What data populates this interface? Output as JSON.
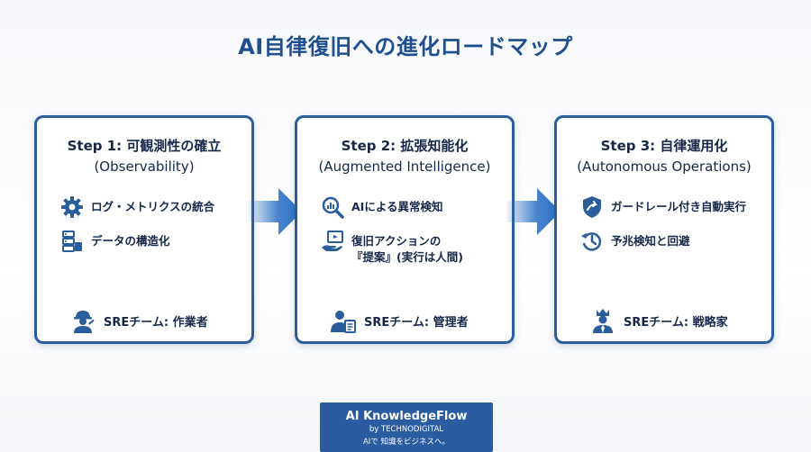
{
  "title": "AI自律復旧への進化ロードマップ",
  "steps": [
    {
      "heading": "Step 1: 可観測性の確立",
      "subheading": "(Observability)",
      "items": [
        {
          "icon": "gear-icon",
          "text": "ログ・メトリクスの統合"
        },
        {
          "icon": "database-icon",
          "text": "データの構造化"
        }
      ],
      "role": {
        "icon": "worker-icon",
        "text": "SREチーム: 作業者"
      }
    },
    {
      "heading": "Step 2: 拡張知能化",
      "subheading": "(Augmented Intelligence)",
      "items": [
        {
          "icon": "magnifier-icon",
          "text": "AIによる異常検知"
        },
        {
          "icon": "hand-screen-icon",
          "text": "復旧アクションの",
          "text2": "『提案』(実行は人間)"
        }
      ],
      "role": {
        "icon": "manager-icon",
        "text": "SREチーム: 管理者"
      }
    },
    {
      "heading": "Step 3: 自律運用化",
      "subheading": "(Autonomous Operations)",
      "items": [
        {
          "icon": "shield-icon",
          "text": "ガードレール付き自動実行"
        },
        {
          "icon": "history-icon",
          "text": "予兆検知と回避"
        }
      ],
      "role": {
        "icon": "strategist-icon",
        "text": "SREチーム: 戦略家"
      }
    }
  ],
  "footer": {
    "brand": "AI KnowledgeFlow",
    "by": "by TECHNODIGITAL",
    "tagline": "AIで 知識をビジネスへ。"
  },
  "colors": {
    "primary": "#2a5d9c",
    "title": "#1f4f8e",
    "text": "#15284a"
  }
}
